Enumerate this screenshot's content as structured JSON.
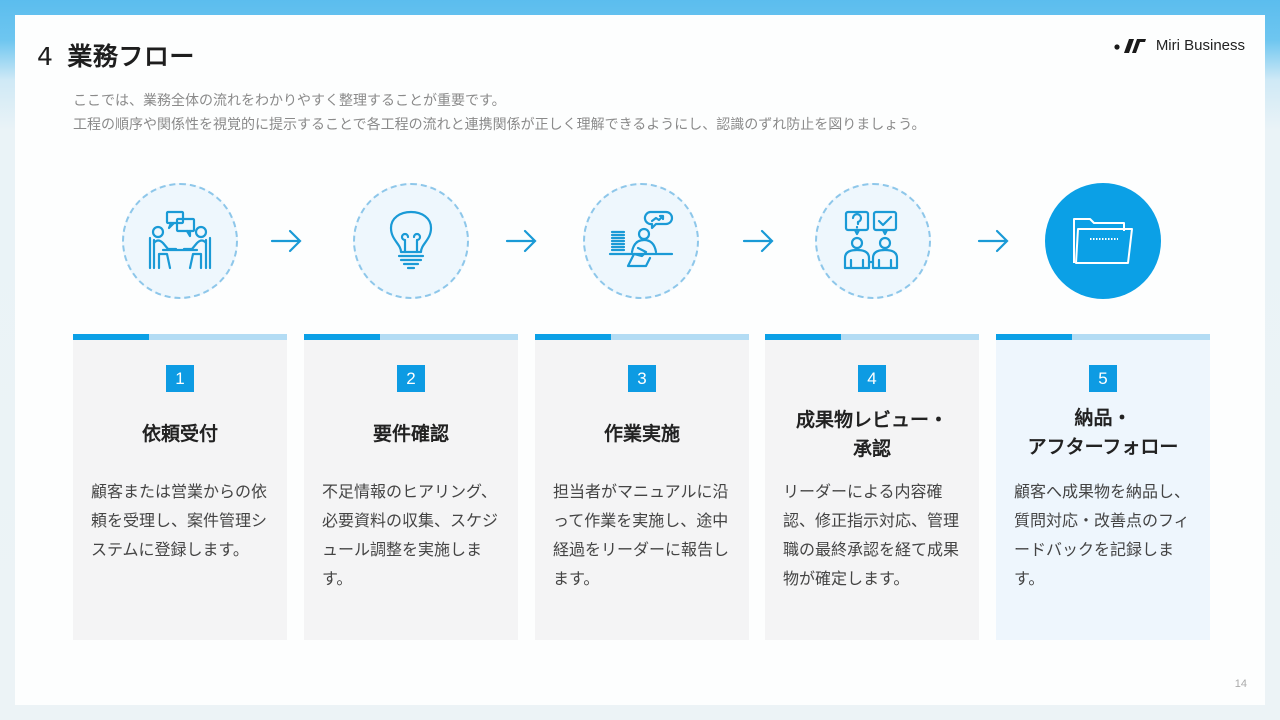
{
  "header": {
    "section_number": "4",
    "title": "業務フロー",
    "logo_text": "Miri Business",
    "logo_icon": "miri-logo-mark"
  },
  "intro": {
    "line1": "ここでは、業務全体の流れをわかりやすく整理することが重要です。",
    "line2": "工程の順序や関係性を視覚的に提示することで各工程の流れと連携関係が正しく理解できるようにし、認識のずれ防止を図りましょう。"
  },
  "colors": {
    "accent": "#0ba0e6",
    "accent_light": "#b3dcf4",
    "circle_bg": "#eef7fd",
    "card_bg": "#f4f4f5",
    "card_active_bg": "#eef6fd"
  },
  "steps": [
    {
      "number": "1",
      "icon": "meeting-icon",
      "title_line1": "依頼受付",
      "title_line2": "",
      "description": "顧客または営業からの依頼を受理し、案件管理システムに登録します。"
    },
    {
      "number": "2",
      "icon": "lightbulb-icon",
      "title_line1": "要件確認",
      "title_line2": "",
      "description": "不足情報のヒアリング、必要資料の収集、スケジュール調整を実施します。"
    },
    {
      "number": "3",
      "icon": "worker-desk-icon",
      "title_line1": "作業実施",
      "title_line2": "",
      "description": "担当者がマニュアルに沿って作業を実施し、途中経過をリーダーに報告します。"
    },
    {
      "number": "4",
      "icon": "review-approval-icon",
      "title_line1": "成果物レビュー・",
      "title_line2": "承認",
      "description": "リーダーによる内容確認、修正指示対応、管理職の最終承認を経て成果物が確定します。"
    },
    {
      "number": "5",
      "icon": "folder-icon",
      "title_line1": "納品・",
      "title_line2": "アフターフォロー",
      "description": "顧客へ成果物を納品し、質問対応・改善点のフィードバックを記録します。"
    }
  ],
  "footer": {
    "page_number": "14"
  }
}
